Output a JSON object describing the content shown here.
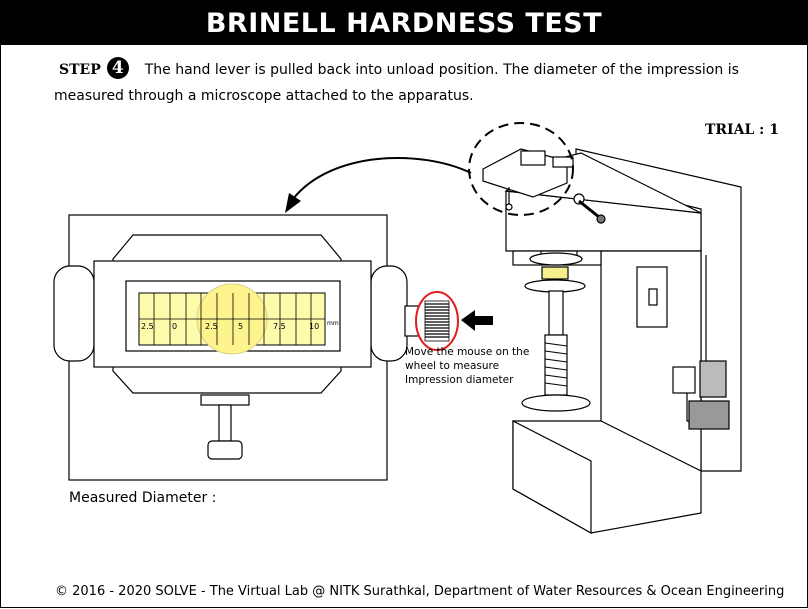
{
  "header": {
    "title": "BRINELL HARDNESS TEST"
  },
  "step": {
    "label": "STEP",
    "number": "4",
    "text_line1": "The hand lever is pulled back into unload position. The diameter of the impression is",
    "text_line2": "measured through a microscope attached to the apparatus."
  },
  "trial": {
    "label": "TRIAL : 1"
  },
  "microscope": {
    "scale_labels": [
      "2.5",
      "0",
      "2.5",
      "5",
      "7.5",
      "10"
    ],
    "unit": "mm",
    "hint_line1": "Move the mouse on the",
    "hint_line2": "wheel to measure",
    "hint_line3": "Impression diameter"
  },
  "measurement": {
    "label": "Measured Diameter :",
    "value": ""
  },
  "footer": {
    "text": "© 2016 - 2020 SOLVE - The Virtual Lab @ NITK Surathkal, Department of Water Resources & Ocean Engineering"
  },
  "colors": {
    "scale_fill": "#fefbab",
    "highlight_ring": "#e0201f",
    "title_bg": "#000000"
  }
}
